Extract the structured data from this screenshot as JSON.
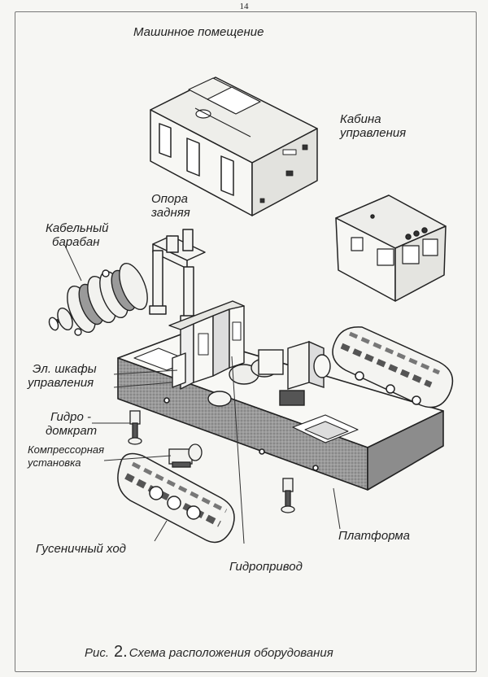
{
  "page_number": "14",
  "labels": {
    "engine_room": "Машинное помещение",
    "control_cabin_1": "Кабина",
    "control_cabin_2": "управления",
    "rear_support_1": "Опора",
    "rear_support_2": "задняя",
    "cable_drum_1": "Кабельный",
    "cable_drum_2": "барабан",
    "el_cabinets_1": "Эл. шкафы",
    "el_cabinets_2": "управления",
    "hydro_jack_1": "Гидро -",
    "hydro_jack_2": "домкрат",
    "compressor_1": "Компрессорная",
    "compressor_2": "установка",
    "crawler": "Гусеничный ход",
    "platform": "Платформа",
    "hydro_drive": "Гидропривод"
  },
  "caption": {
    "prefix": "Рис.",
    "number": "2.",
    "text": "Схема расположения оборудования"
  }
}
